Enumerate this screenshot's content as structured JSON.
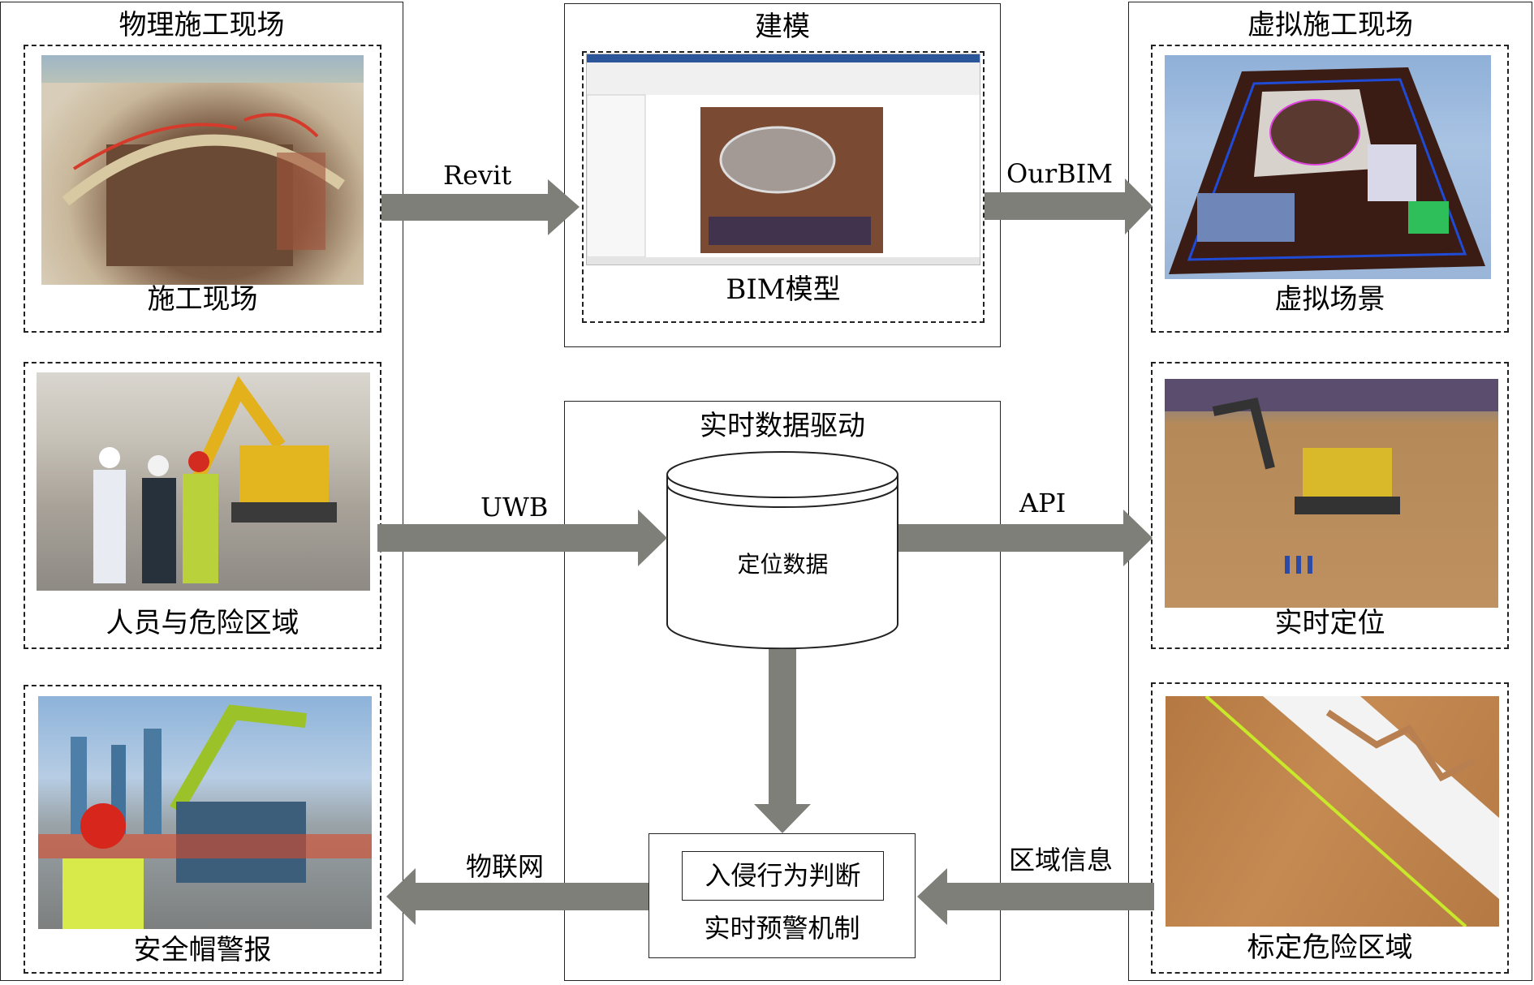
{
  "left_panel": {
    "title": "物理施工现场",
    "items": [
      {
        "caption": "施工现场"
      },
      {
        "caption": "人员与危险区域"
      },
      {
        "caption": "安全帽警报"
      }
    ]
  },
  "middle_top": {
    "title": "建模",
    "caption": "BIM模型"
  },
  "middle_bottom": {
    "title": "实时数据驱动",
    "database_label": "定位数据",
    "judge_label": "入侵行为判断",
    "warning_label": "实时预警机制"
  },
  "right_panel": {
    "title": "虚拟施工现场",
    "items": [
      {
        "caption": "虚拟场景"
      },
      {
        "caption": "实时定位"
      },
      {
        "caption": "标定危险区域"
      }
    ]
  },
  "arrows": {
    "revit": "Revit",
    "ourbim": "OurBIM",
    "uwb": "UWB",
    "api": "API",
    "iot": "物联网",
    "zone_info": "区域信息"
  },
  "colors": {
    "arrow": "#7f7f7a",
    "border": "#222222"
  }
}
